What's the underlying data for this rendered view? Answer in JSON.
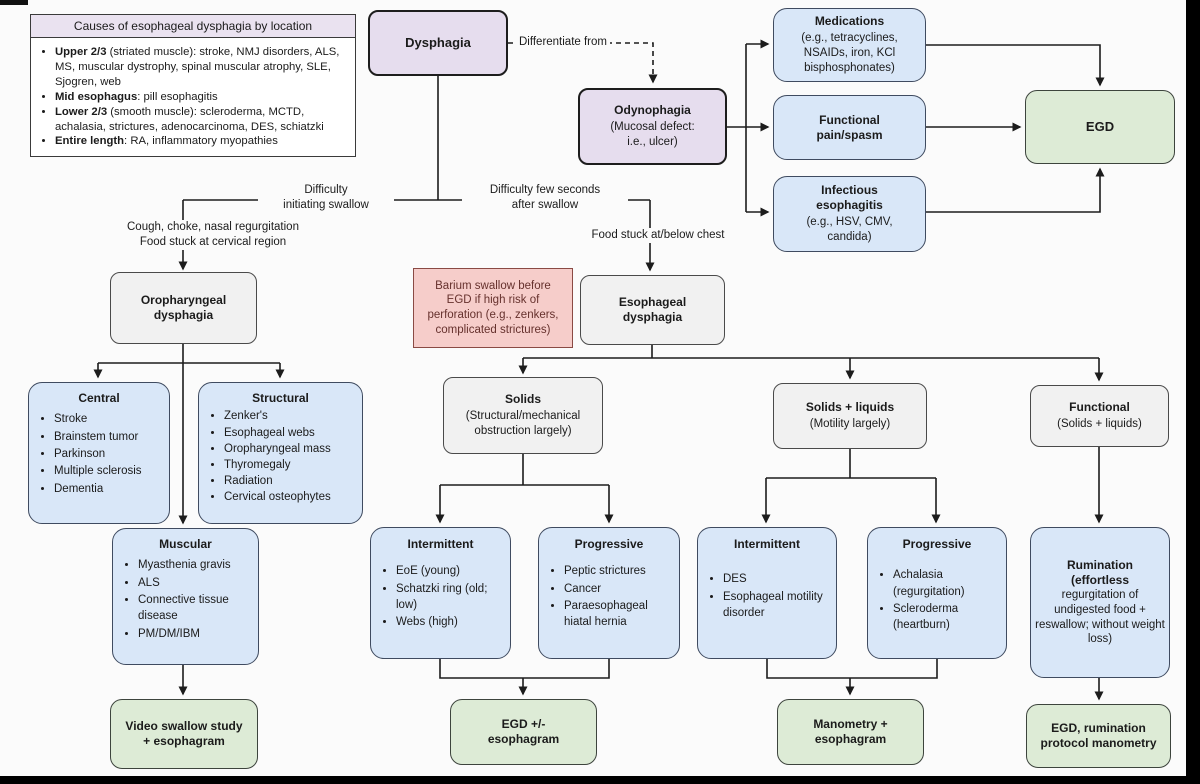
{
  "colors": {
    "lavender": "#e6ddee",
    "blue": "#d9e7f8",
    "green": "#ddebd6",
    "gray": "#f1f1f1",
    "pink": "#f6cdca",
    "line": "#1c1c1c"
  },
  "legend": {
    "title": "Causes of esophageal dysphagia by location",
    "items": [
      {
        "bold": "Upper 2/3",
        "rest": " (striated muscle): stroke, NMJ disorders, ALS, MS, muscular dystrophy, spinal muscular atrophy, SLE, Sjogren, web"
      },
      {
        "bold": "Mid esophagus",
        "rest": ": pill esophagitis"
      },
      {
        "bold": "Lower 2/3",
        "rest": " (smooth muscle): scleroderma, MCTD, achalasia, strictures, adenocarcinoma, DES, schiatzki"
      },
      {
        "bold": "Entire length",
        "rest": ": RA, inflammatory myopathies"
      }
    ]
  },
  "nodes": {
    "dysphagia": {
      "title": "Dysphagia"
    },
    "odynophagia": {
      "title": "Odynophagia",
      "sub": "(Mucosal defect:\ni.e., ulcer)"
    },
    "medications": {
      "title": "Medications",
      "sub": "(e.g., tetracyclines,\nNSAIDs, iron, KCl\nbisphosphonates)"
    },
    "functional_pain": {
      "title": "Functional\npain/spasm"
    },
    "infectious": {
      "title": "Infectious\nesophagitis",
      "sub": "(e.g., HSV, CMV,\ncandida)"
    },
    "egd": {
      "title": "EGD"
    },
    "oropharyngeal": {
      "title": "Oropharyngeal\ndysphagia"
    },
    "barium_note": {
      "text": "Barium swallow before\nEGD if high risk of\nperforation (e.g., zenkers,\ncomplicated strictures)"
    },
    "esophageal": {
      "title": "Esophageal\ndysphagia"
    },
    "solids": {
      "title": "Solids",
      "sub": "(Structural/mechanical\nobstruction largely)"
    },
    "solids_liquids": {
      "title": "Solids + liquids",
      "sub": "(Motility largely)"
    },
    "functional": {
      "title": "Functional",
      "sub": "(Solids + liquids)"
    },
    "central": {
      "title": "Central",
      "items": [
        "Stroke",
        "Brainstem tumor",
        "Parkinson",
        "Multiple sclerosis",
        "Dementia"
      ]
    },
    "structural": {
      "title": "Structural",
      "items": [
        "Zenker's",
        "Esophageal webs",
        "Oropharyngeal mass",
        "Thyromegaly",
        "Radiation",
        "Cervical osteophytes"
      ]
    },
    "muscular": {
      "title": "Muscular",
      "items": [
        "Myasthenia gravis",
        "ALS",
        "Connective tissue disease",
        "PM/DM/IBM"
      ]
    },
    "intermittent_solids": {
      "title": "Intermittent",
      "items": [
        "EoE (young)",
        "Schatzki ring (old; low)",
        "Webs (high)"
      ]
    },
    "progressive_solids": {
      "title": "Progressive",
      "items": [
        "Peptic strictures",
        "Cancer",
        "Paraesophageal hiatal hernia"
      ]
    },
    "intermittent_motility": {
      "title": "Intermittent",
      "items": [
        "DES",
        "Esophageal motility disorder"
      ]
    },
    "progressive_motility": {
      "title": "Progressive",
      "items": [
        "Achalasia (regurgitation)",
        "Scleroderma (heartburn)"
      ]
    },
    "rumination": {
      "bold": "Rumination\n(effortless",
      "rest": "regurgitation of undigested food + reswallow; without weight loss)"
    },
    "video_swallow": {
      "title": "Video swallow study\n+ esophagram"
    },
    "egd_esophagram": {
      "title": "EGD +/-\nesophagram"
    },
    "manometry": {
      "title": "Manometry +\nesophagram"
    },
    "egd_rumination": {
      "title": "EGD, rumination\nprotocol manometry"
    }
  },
  "edge_labels": {
    "differentiate": "Differentiate from",
    "difficulty_initiating": "Difficulty\ninitiating swallow",
    "difficulty_after": "Difficulty few seconds\nafter swallow",
    "cough": "Cough, choke, nasal regurgitation\nFood stuck at cervical region",
    "food_chest": "Food stuck at/below chest"
  }
}
